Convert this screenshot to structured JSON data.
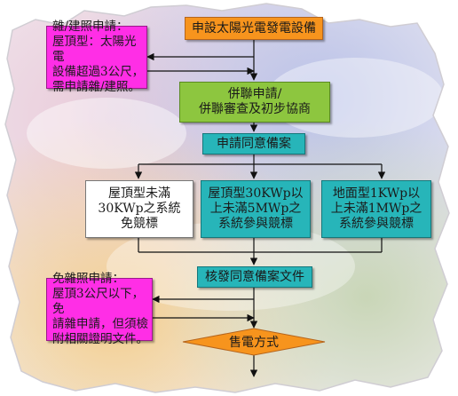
{
  "flowchart": {
    "step_apply_equipment": "申設太陽光電發電設備",
    "note_permit_required": "雜/建照申請：\n屋頂型：太陽光電\n設備超過3公尺，\n需申請雜/建照。",
    "step_grid_application": "併聯申請/\n併聯審查及初步協商",
    "step_consent_filing": "申請同意備案",
    "option_roof_small": "屋頂型未滿\n30KWp之系統\n免競標",
    "option_roof_large": "屋頂型30KWp以\n上未滿5MWp之\n系統參與競標",
    "option_ground": "地面型1KWp以\n上未滿1MWp之\n系統參與競標",
    "step_issue_documents": "核發同意備案文件",
    "note_permit_exempt": "免雜照申請：\n屋頂3公尺以下，免\n請雜申請，但須檢\n附相關證明文件。",
    "step_sales_method": "售電方式"
  },
  "colors": {
    "orange": "#f7941d",
    "green": "#8dc63f",
    "teal": "#27b5b9",
    "magenta": "#ff2ee6",
    "white_box": "#ffffff"
  }
}
